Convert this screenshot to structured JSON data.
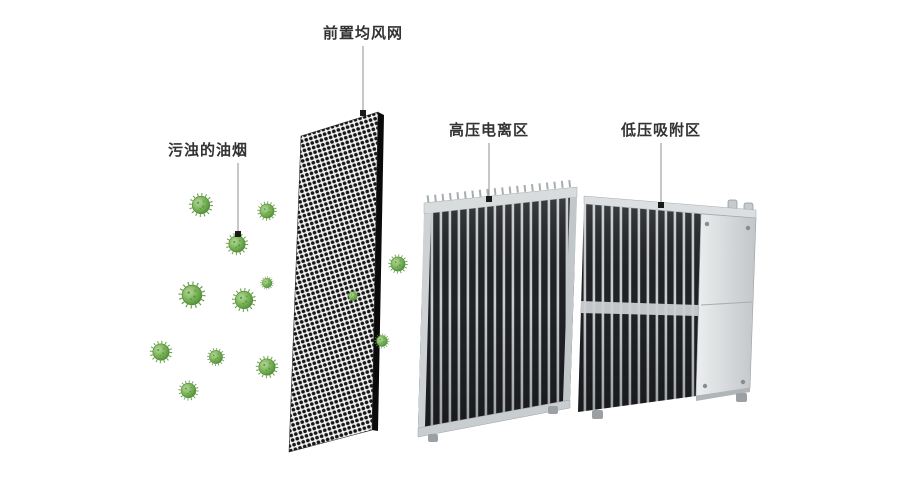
{
  "labels": {
    "front_mesh": "前置均风网",
    "dirty_fume": "污浊的油烟",
    "ionization_zone": "高压电离区",
    "adsorption_zone": "低压吸附区"
  },
  "colors": {
    "background": "#ffffff",
    "label_text": "#333333",
    "leader_line": "#8f8f8f",
    "leader_dot": "#1a1a1a",
    "particle_green": "#6fae51",
    "mesh_black": "#161616",
    "plate_dark": "#202225",
    "frame_gray": "#d2d6d8",
    "case_gray": "#c9cdd0"
  }
}
